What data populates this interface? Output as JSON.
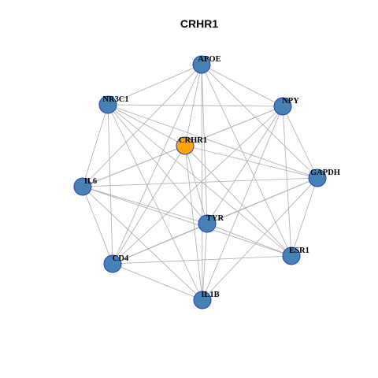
{
  "title": "CRHR1",
  "colors": {
    "background": "#ffffff",
    "edge": "#aaaaaa",
    "node_default": "#4682b4",
    "node_highlight": "#ffa500",
    "node_border": "#1f3fbf"
  },
  "nodes": [
    {
      "id": "APOE",
      "label": "APOE",
      "highlight": false
    },
    {
      "id": "NPY",
      "label": "NPY",
      "highlight": false
    },
    {
      "id": "GAPDH",
      "label": "GAPDH",
      "highlight": false
    },
    {
      "id": "ESR1",
      "label": "ESR1",
      "highlight": false
    },
    {
      "id": "IL1B",
      "label": "IL1B",
      "highlight": false
    },
    {
      "id": "CD4",
      "label": "CD4",
      "highlight": false
    },
    {
      "id": "IL6",
      "label": "IL6",
      "highlight": false
    },
    {
      "id": "NR3C1",
      "label": "NR3C1",
      "highlight": false
    },
    {
      "id": "CRHR1",
      "label": "CRHR1",
      "highlight": true
    },
    {
      "id": "TYR",
      "label": "TYR",
      "highlight": false
    }
  ],
  "edges": [
    [
      "APOE",
      "NPY"
    ],
    [
      "APOE",
      "NR3C1"
    ],
    [
      "APOE",
      "CRHR1"
    ],
    [
      "APOE",
      "TYR"
    ],
    [
      "APOE",
      "IL1B"
    ],
    [
      "APOE",
      "CD4"
    ],
    [
      "APOE",
      "IL6"
    ],
    [
      "APOE",
      "GAPDH"
    ],
    [
      "APOE",
      "ESR1"
    ],
    [
      "NPY",
      "NR3C1"
    ],
    [
      "NPY",
      "CRHR1"
    ],
    [
      "NPY",
      "TYR"
    ],
    [
      "NPY",
      "IL1B"
    ],
    [
      "NPY",
      "CD4"
    ],
    [
      "NPY",
      "ESR1"
    ],
    [
      "NPY",
      "GAPDH"
    ],
    [
      "NPY",
      "IL6"
    ],
    [
      "GAPDH",
      "CRHR1"
    ],
    [
      "GAPDH",
      "TYR"
    ],
    [
      "GAPDH",
      "IL6"
    ],
    [
      "GAPDH",
      "CD4"
    ],
    [
      "GAPDH",
      "IL1B"
    ],
    [
      "GAPDH",
      "NR3C1"
    ],
    [
      "GAPDH",
      "ESR1"
    ],
    [
      "ESR1",
      "IL6"
    ],
    [
      "ESR1",
      "TYR"
    ],
    [
      "ESR1",
      "NR3C1"
    ],
    [
      "ESR1",
      "CRHR1"
    ],
    [
      "ESR1",
      "CD4"
    ],
    [
      "IL1B",
      "IL6"
    ],
    [
      "IL1B",
      "CRHR1"
    ],
    [
      "IL1B",
      "NR3C1"
    ],
    [
      "IL1B",
      "CD4"
    ],
    [
      "IL1B",
      "TYR"
    ],
    [
      "CD4",
      "IL6"
    ],
    [
      "CD4",
      "TYR"
    ],
    [
      "CD4",
      "NR3C1"
    ],
    [
      "CD4",
      "CRHR1"
    ],
    [
      "IL6",
      "TYR"
    ],
    [
      "IL6",
      "NR3C1"
    ],
    [
      "IL6",
      "CRHR1"
    ],
    [
      "NR3C1",
      "CRHR1"
    ],
    [
      "NR3C1",
      "TYR"
    ],
    [
      "CRHR1",
      "TYR"
    ]
  ]
}
